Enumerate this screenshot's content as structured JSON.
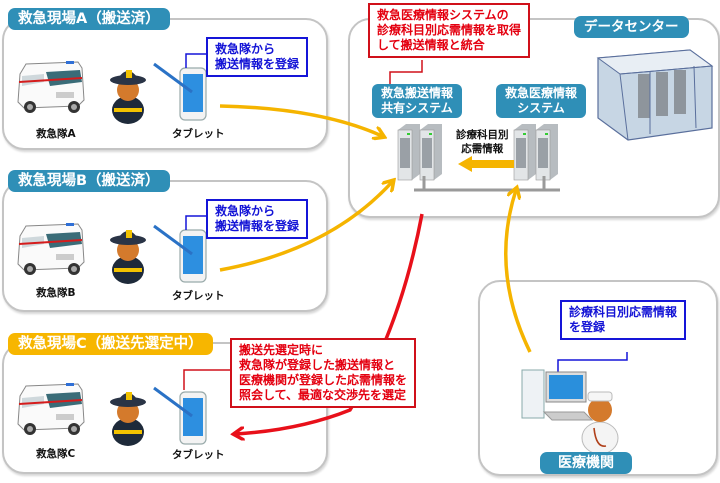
{
  "scenes": [
    {
      "title": "救急現場A（搬送済）",
      "team_label": "救急隊A",
      "device_label": "タブレット",
      "callout": "救急隊から\n搬送情報を登録",
      "status": "搬送済"
    },
    {
      "title": "救急現場B（搬送済）",
      "team_label": "救急隊B",
      "device_label": "タブレット",
      "callout": "救急隊から\n搬送情報を登録",
      "status": "搬送済"
    },
    {
      "title": "救急現場C（搬送先選定中）",
      "team_label": "救急隊C",
      "device_label": "タブレット",
      "callout": "搬送先選定時に\n救急隊が登録した搬送情報と\n医療機関が登録した応需情報を\n照会して、最適な交渉先を選定",
      "status": "搬送先選定中"
    }
  ],
  "datacenter": {
    "title": "データセンター",
    "callout": "救急医療情報システムの\n診療科目別応需情報を取得\nして搬送情報と統合",
    "systems": [
      {
        "label": "救急搬送情報\n共有システム"
      },
      {
        "label": "救急医療情報\nシステム"
      }
    ],
    "flow_label": "診療科目別\n応需情報"
  },
  "hospital": {
    "title": "医療機関",
    "callout": "診療科目別応需情報\nを登録"
  },
  "colors": {
    "tag_blue": "#2f8fb7",
    "tag_orange": "#f7b600",
    "arrow_yellow": "#f5b400",
    "arrow_red": "#e8101a",
    "callout_blue": "#1414d6",
    "callout_red": "#e40010"
  }
}
